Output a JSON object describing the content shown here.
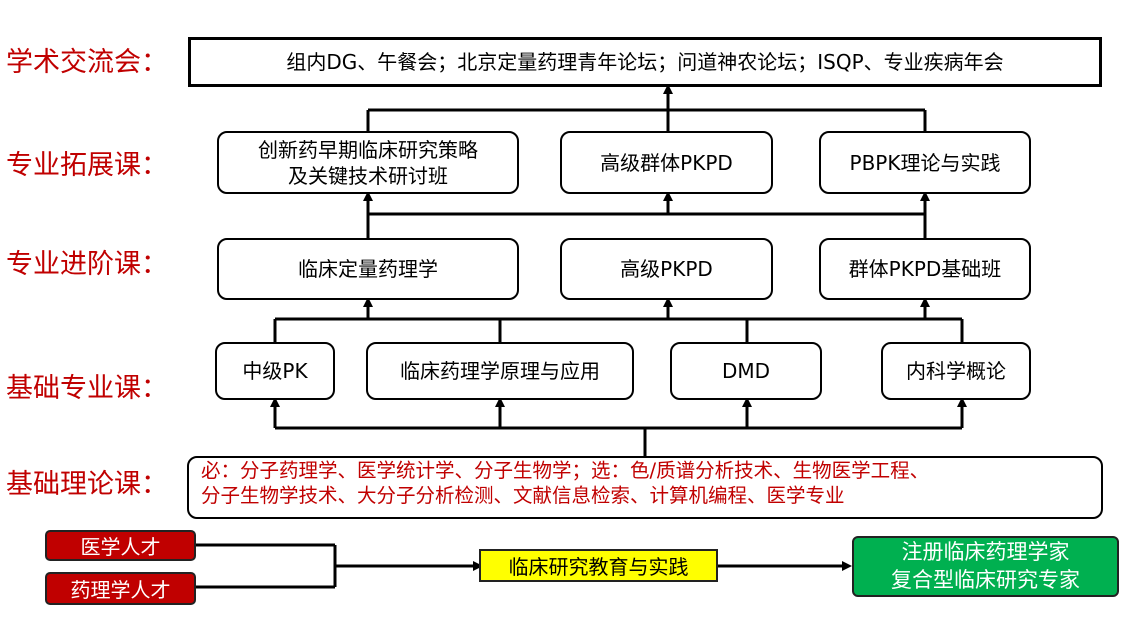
{
  "labels": {
    "academic": "学术交流会：",
    "extension": "专业拓展课：",
    "advanced": "专业进阶课：",
    "basic_major": "基础专业课：",
    "basic_theory": "基础理论课："
  },
  "academic_box": "组内DG、午餐会；北京定量药理青年论坛；问道神农论坛；ISQP、专业疾病年会",
  "extension": {
    "c1_line1": "创新药早期临床研究策略",
    "c1_line2": "及关键技术研讨班",
    "c2": "高级群体PKPD",
    "c3": "PBPK理论与实践"
  },
  "advanced": {
    "c1": "临床定量药理学",
    "c2": "高级PKPD",
    "c3": "群体PKPD基础班"
  },
  "basic_major": {
    "c1": "中级PK",
    "c2": "临床药理学原理与应用",
    "c3": "DMD",
    "c4": "内科学概论"
  },
  "basic_theory": {
    "line1": "必：分子药理学、医学统计学、分子生物学；选：色/质谱分析技术、生物医学工程、",
    "line2": "分子生物学技术、大分子分析检测、文献信息检索、计算机编程、医学专业"
  },
  "bottom": {
    "medical_talent": "医学人才",
    "pharmacology_talent": "药理学人才",
    "education": "临床研究教育与实践",
    "outcome_line1": "注册临床药理学家",
    "outcome_line2": "复合型临床研究专家"
  },
  "colors": {
    "red": "#c00000",
    "yellow": "#ffff00",
    "green": "#00b050"
  }
}
